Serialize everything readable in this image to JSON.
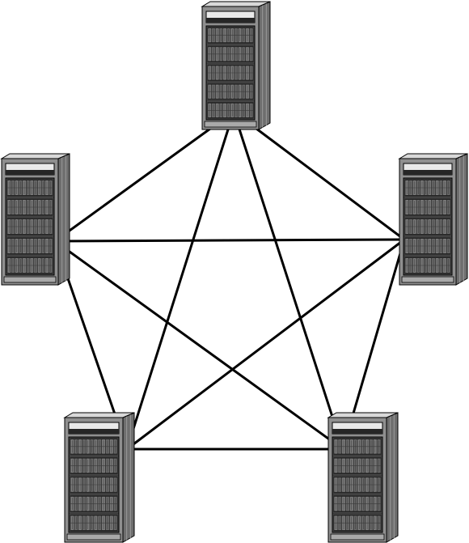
{
  "diagram": {
    "type": "full-mesh-network",
    "background_color": "#ffffff",
    "link_color": "#000000",
    "server_colors": {
      "frame": "#8f8f8f",
      "side": "#6e6e6e",
      "front": "#3a3a3a",
      "bay": "#262626",
      "drive": "#7d7d7d",
      "top": "#d9d9d9"
    },
    "nodes": [
      {
        "id": "top",
        "icon": "server-rack-icon"
      },
      {
        "id": "upper-left",
        "icon": "server-rack-icon"
      },
      {
        "id": "upper-right",
        "icon": "server-rack-icon"
      },
      {
        "id": "lower-left",
        "icon": "server-rack-icon"
      },
      {
        "id": "lower-right",
        "icon": "server-rack-icon"
      }
    ],
    "links": [
      [
        "top",
        "upper-left"
      ],
      [
        "top",
        "upper-right"
      ],
      [
        "top",
        "lower-left"
      ],
      [
        "top",
        "lower-right"
      ],
      [
        "upper-left",
        "upper-right"
      ],
      [
        "upper-left",
        "lower-left"
      ],
      [
        "upper-left",
        "lower-right"
      ],
      [
        "upper-right",
        "lower-left"
      ],
      [
        "upper-right",
        "lower-right"
      ],
      [
        "lower-left",
        "lower-right"
      ]
    ]
  }
}
